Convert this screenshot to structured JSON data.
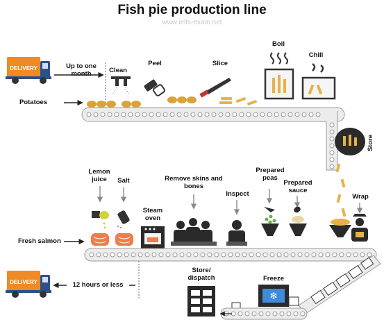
{
  "title": "Fish pie production line",
  "watermark": "www.ielts-exam.net",
  "colors": {
    "truck": "#2e4f8a",
    "truck_box": "#f08a24",
    "potato": "#d9a33a",
    "salmon": "#f07b4f",
    "belt": "#9a9a9a",
    "peas": "#6ab04c"
  },
  "potato_line": {
    "delivery_label": "DELIVERY",
    "wait_label": "Up to one month",
    "input_label": "Potatoes",
    "steps": [
      "Clean",
      "Peel",
      "Slice",
      "Boil",
      "Chill",
      "Store"
    ]
  },
  "fish_line": {
    "input_label": "Fresh salmon",
    "steps": [
      "Lemon juice",
      "Salt",
      "Steam oven",
      "Remove skins and bones",
      "Inspect",
      "Prepared peas",
      "Prepared sauce",
      "Wrap"
    ]
  },
  "output_line": {
    "delivery_label": "DELIVERY",
    "wait_label": "12 hours or less",
    "steps": [
      "Freeze",
      "Store/ dispatch"
    ]
  }
}
